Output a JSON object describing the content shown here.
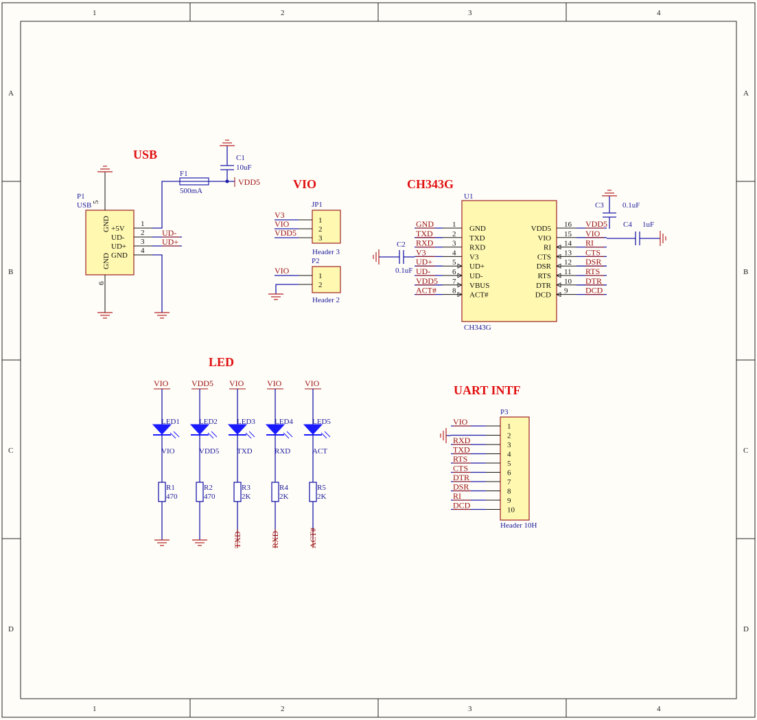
{
  "frame": {
    "columns": [
      "1",
      "2",
      "3",
      "4"
    ],
    "rows": [
      "A",
      "B",
      "C",
      "D"
    ]
  },
  "sections": {
    "usb": "USB",
    "vio": "VIO",
    "ch343g": "CH343G",
    "led": "LED",
    "uart": "UART INTF"
  },
  "usb": {
    "designator": "P1",
    "comment": "USB",
    "pins_left": [
      "GND",
      "GND"
    ],
    "pins_right": [
      "+5V",
      "UD-",
      "UD+",
      "GND"
    ],
    "pin_numbers": [
      "1",
      "2",
      "3",
      "4",
      "5",
      "6"
    ],
    "nets": [
      "UD-",
      "UD+"
    ],
    "fuse": {
      "designator": "F1",
      "value": "500mA"
    },
    "cap": {
      "designator": "C1",
      "value": "10uF"
    },
    "vdd5": "VDD5"
  },
  "jp1": {
    "designator": "JP1",
    "comment": "Header 3",
    "nets": [
      "V3",
      "VIO",
      "VDD5"
    ],
    "pins": [
      "1",
      "2",
      "3"
    ]
  },
  "p2": {
    "designator": "P2",
    "comment": "Header 2",
    "nets": [
      "VIO"
    ],
    "pins": [
      "1",
      "2"
    ]
  },
  "u1": {
    "designator": "U1",
    "comment": "CH343G",
    "left_pins": [
      {
        "num": "1",
        "name": "GND",
        "net": "GND"
      },
      {
        "num": "2",
        "name": "TXD",
        "net": "TXD"
      },
      {
        "num": "3",
        "name": "RXD",
        "net": "RXD"
      },
      {
        "num": "4",
        "name": "V3",
        "net": "V3"
      },
      {
        "num": "5",
        "name": "UD+",
        "net": "UD+"
      },
      {
        "num": "6",
        "name": "UD-",
        "net": "UD-"
      },
      {
        "num": "7",
        "name": "VBUS",
        "net": "VDD5"
      },
      {
        "num": "8",
        "name": "ACT#",
        "net": "ACT#"
      }
    ],
    "right_pins": [
      {
        "num": "16",
        "name": "VDD5",
        "net": "VDD5"
      },
      {
        "num": "15",
        "name": "VIO",
        "net": "VIO"
      },
      {
        "num": "14",
        "name": "RI",
        "net": "RI"
      },
      {
        "num": "13",
        "name": "CTS",
        "net": "CTS"
      },
      {
        "num": "12",
        "name": "DSR",
        "net": "DSR"
      },
      {
        "num": "11",
        "name": "RTS",
        "net": "RTS"
      },
      {
        "num": "10",
        "name": "DTR",
        "net": "DTR"
      },
      {
        "num": "9",
        "name": "DCD",
        "net": "DCD"
      }
    ],
    "c2": {
      "designator": "C2",
      "value": "0.1uF"
    },
    "c3": {
      "designator": "C3",
      "value": "0.1uF"
    },
    "c4": {
      "designator": "C4",
      "value": "1uF"
    }
  },
  "leds": [
    {
      "top": "VIO",
      "led": "LED1",
      "label": "VIO",
      "res": "R1",
      "value": "470",
      "bottom": ""
    },
    {
      "top": "VDD5",
      "led": "LED2",
      "label": "VDD5",
      "res": "R2",
      "value": "470",
      "bottom": ""
    },
    {
      "top": "VIO",
      "led": "LED3",
      "label": "TXD",
      "res": "R3",
      "value": "2K",
      "bottom": "TXD"
    },
    {
      "top": "VIO",
      "led": "LED4",
      "label": "RXD",
      "res": "R4",
      "value": "2K",
      "bottom": "RXD"
    },
    {
      "top": "VIO",
      "led": "LED5",
      "label": "ACT",
      "res": "R5",
      "value": "2K",
      "bottom": "ACT#"
    }
  ],
  "p3": {
    "designator": "P3",
    "comment": "Header 10H",
    "pins": [
      "1",
      "2",
      "3",
      "4",
      "5",
      "6",
      "7",
      "8",
      "9",
      "10"
    ],
    "nets": [
      "VIO",
      "",
      "RXD",
      "TXD",
      "RTS",
      "CTS",
      "DTR",
      "DSR",
      "RI",
      "DCD"
    ]
  }
}
